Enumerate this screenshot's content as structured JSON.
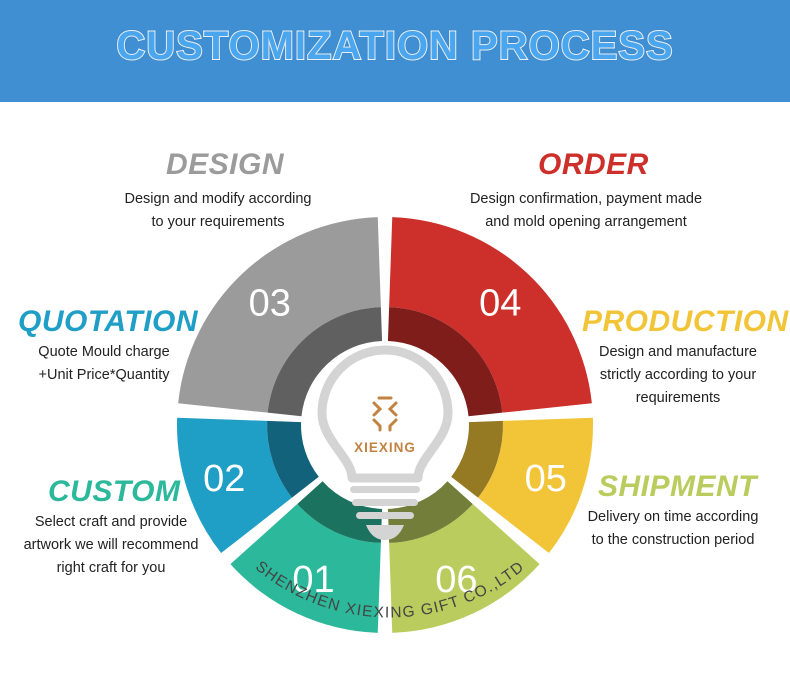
{
  "header": {
    "title": "CUSTOMIZATION PROCESS"
  },
  "steps": [
    {
      "number": "01",
      "title": "CUSTOM",
      "desc": [
        "Select craft and provide",
        "artwork we will recommend",
        "right craft for you"
      ],
      "color": "#2cb89a"
    },
    {
      "number": "02",
      "title": "QUOTATION",
      "desc": [
        "Quote Mould charge",
        "+Unit Price*Quantity"
      ],
      "color": "#1f9ec6"
    },
    {
      "number": "03",
      "title": "DESIGN",
      "desc": [
        "Design and modify according",
        "to your requirements"
      ],
      "color": "#9b9b9b"
    },
    {
      "number": "04",
      "title": "ORDER",
      "desc": [
        "Design confirmation, payment made",
        "and mold opening arrangement"
      ],
      "color": "#cd2f2b"
    },
    {
      "number": "05",
      "title": "PRODUCTION",
      "desc": [
        "Design and manufacture",
        "strictly according to your",
        "requirements"
      ],
      "color": "#f2c438"
    },
    {
      "number": "06",
      "title": "SHIPMENT",
      "desc": [
        "Delivery on time according",
        "to the construction period"
      ],
      "color": "#b9cc5d"
    }
  ],
  "logo": {
    "text": "XIEXING",
    "color": "#c1833f"
  },
  "company": {
    "text": "SHENZHEN XIEXING GIFT  CO.,LTD"
  }
}
